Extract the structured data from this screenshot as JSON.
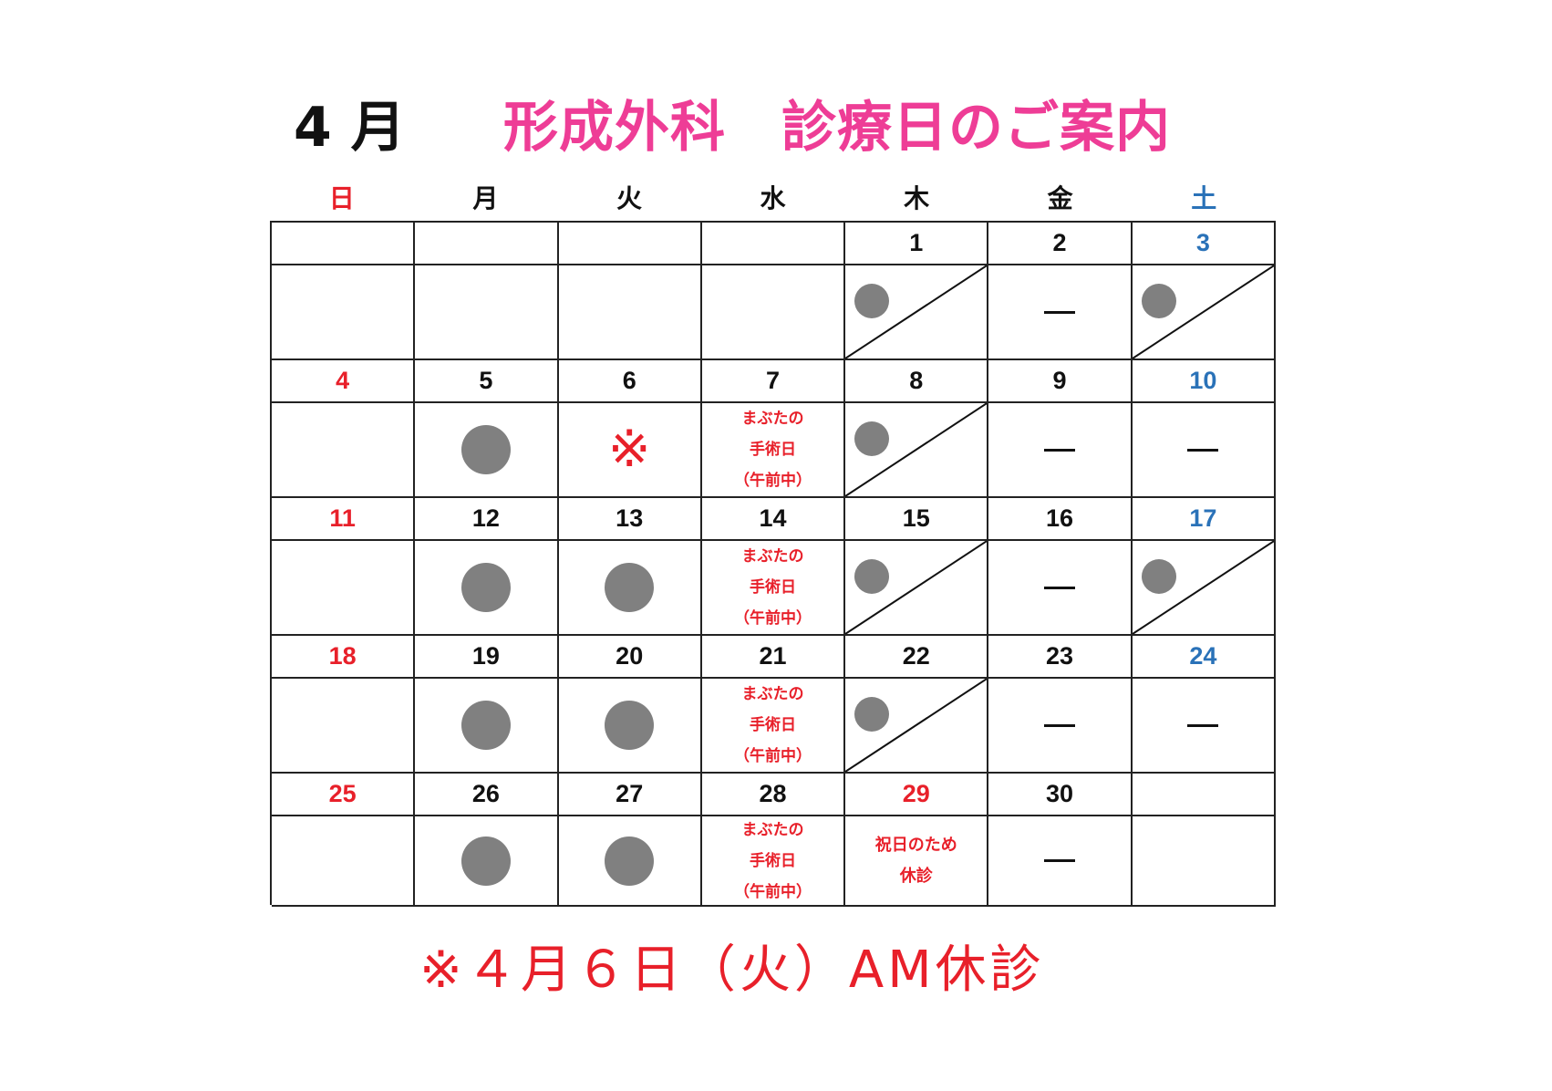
{
  "header": {
    "month": "4 月",
    "title": "形成外科　診療日のご案内"
  },
  "weekdays": [
    {
      "label": "日",
      "type": "sun"
    },
    {
      "label": "月",
      "type": "normal"
    },
    {
      "label": "火",
      "type": "normal"
    },
    {
      "label": "水",
      "type": "normal"
    },
    {
      "label": "木",
      "type": "normal"
    },
    {
      "label": "金",
      "type": "normal"
    },
    {
      "label": "土",
      "type": "sat"
    }
  ],
  "legend_colors": {
    "open_dot": "#808080",
    "sunday_red": "#e8202a",
    "saturday_blue": "#2a72b8",
    "title_pink": "#ee3d96"
  },
  "weeks": [
    {
      "days": [
        {
          "day": "",
          "type": "normal",
          "status": "empty"
        },
        {
          "day": "",
          "type": "normal",
          "status": "empty"
        },
        {
          "day": "",
          "type": "normal",
          "status": "empty"
        },
        {
          "day": "",
          "type": "normal",
          "status": "empty"
        },
        {
          "day": "1",
          "type": "normal",
          "status": "half"
        },
        {
          "day": "2",
          "type": "normal",
          "status": "closed"
        },
        {
          "day": "3",
          "type": "sat",
          "status": "half"
        }
      ]
    },
    {
      "days": [
        {
          "day": "4",
          "type": "sun",
          "status": "empty"
        },
        {
          "day": "5",
          "type": "normal",
          "status": "open"
        },
        {
          "day": "6",
          "type": "normal",
          "status": "note",
          "mark": "※"
        },
        {
          "day": "7",
          "type": "normal",
          "status": "surgery",
          "lines": [
            "まぶたの",
            "手術日",
            "（午前中）"
          ]
        },
        {
          "day": "8",
          "type": "normal",
          "status": "half"
        },
        {
          "day": "9",
          "type": "normal",
          "status": "closed"
        },
        {
          "day": "10",
          "type": "sat",
          "status": "closed"
        }
      ]
    },
    {
      "days": [
        {
          "day": "11",
          "type": "sun",
          "status": "empty"
        },
        {
          "day": "12",
          "type": "normal",
          "status": "open"
        },
        {
          "day": "13",
          "type": "normal",
          "status": "open"
        },
        {
          "day": "14",
          "type": "normal",
          "status": "surgery",
          "lines": [
            "まぶたの",
            "手術日",
            "（午前中）"
          ]
        },
        {
          "day": "15",
          "type": "normal",
          "status": "half"
        },
        {
          "day": "16",
          "type": "normal",
          "status": "closed"
        },
        {
          "day": "17",
          "type": "sat",
          "status": "half"
        }
      ]
    },
    {
      "days": [
        {
          "day": "18",
          "type": "sun",
          "status": "empty"
        },
        {
          "day": "19",
          "type": "normal",
          "status": "open"
        },
        {
          "day": "20",
          "type": "normal",
          "status": "open"
        },
        {
          "day": "21",
          "type": "normal",
          "status": "surgery",
          "lines": [
            "まぶたの",
            "手術日",
            "（午前中）"
          ]
        },
        {
          "day": "22",
          "type": "normal",
          "status": "half"
        },
        {
          "day": "23",
          "type": "normal",
          "status": "closed"
        },
        {
          "day": "24",
          "type": "sat",
          "status": "closed"
        }
      ]
    },
    {
      "days": [
        {
          "day": "25",
          "type": "sun",
          "status": "empty"
        },
        {
          "day": "26",
          "type": "normal",
          "status": "open"
        },
        {
          "day": "27",
          "type": "normal",
          "status": "open"
        },
        {
          "day": "28",
          "type": "normal",
          "status": "surgery",
          "lines": [
            "まぶたの",
            "手術日",
            "（午前中）"
          ]
        },
        {
          "day": "29",
          "type": "sun",
          "status": "holiday",
          "lines": [
            "祝日のため",
            "休診"
          ]
        },
        {
          "day": "30",
          "type": "normal",
          "status": "closed"
        },
        {
          "day": "",
          "type": "normal",
          "status": "empty"
        }
      ]
    }
  ],
  "footnote": "※４月６日（火）AM休診"
}
